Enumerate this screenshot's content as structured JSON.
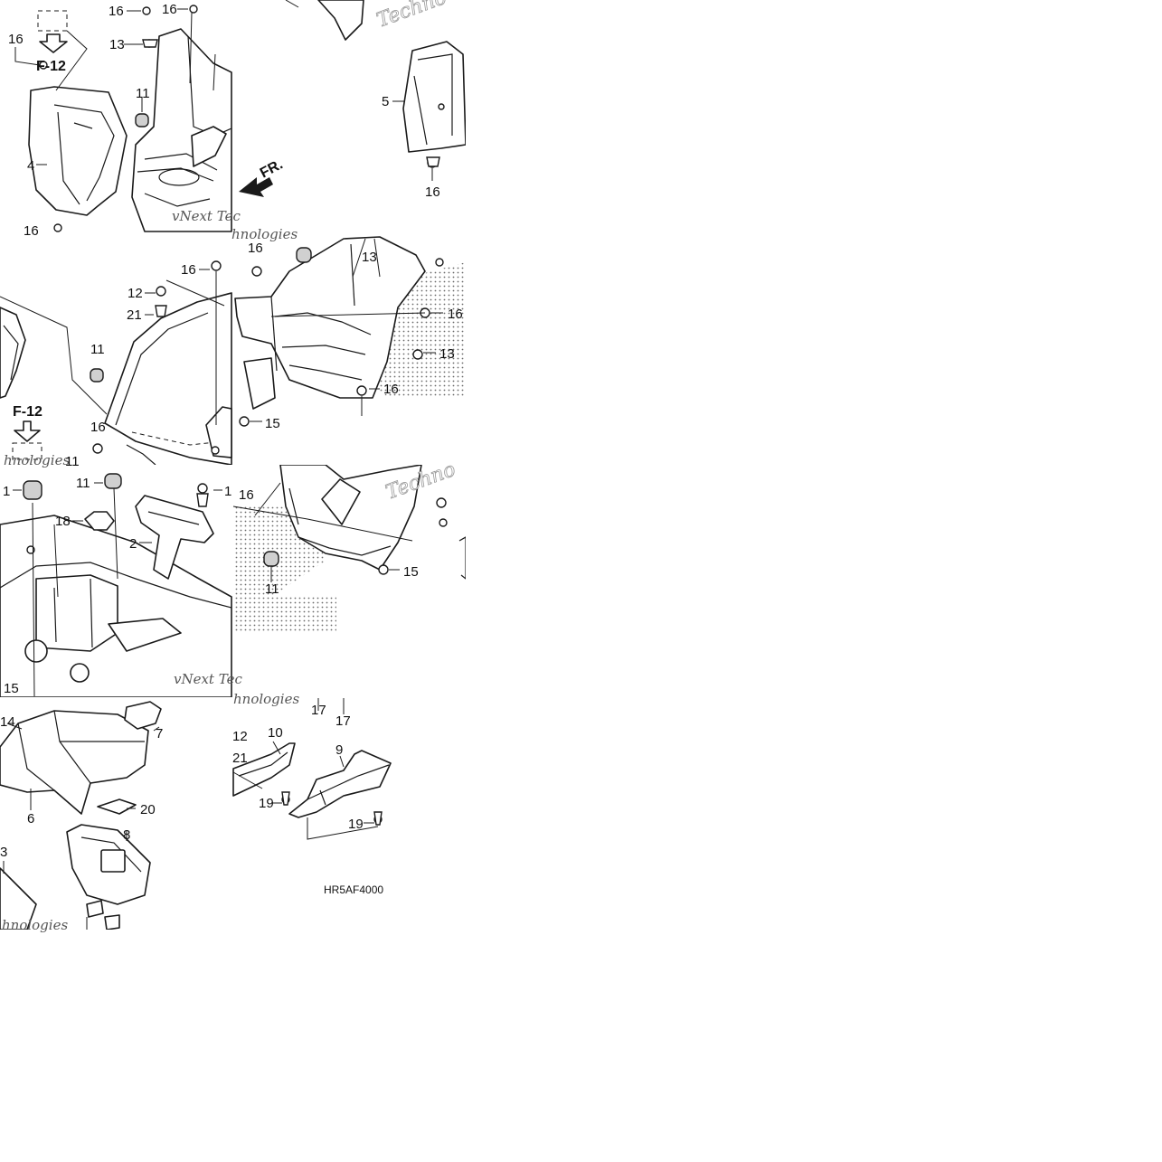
{
  "diagram": {
    "code": "HR5AF4000",
    "direction_label": "FR.",
    "reference_label": "F-12",
    "watermark_text": "Techno",
    "watermark_brand": "vNext Tec",
    "watermark_line2": "hnologies",
    "accent_color": "#1a1a1a",
    "background_color": "#ffffff",
    "tiles": [
      {
        "callouts": [
          {
            "text": "16"
          },
          {
            "text": "16"
          },
          {
            "text": "16"
          },
          {
            "text": "13"
          },
          {
            "text": "11"
          },
          {
            "text": "4"
          },
          {
            "text": "16"
          },
          {
            "text": "5"
          },
          {
            "text": "16"
          }
        ]
      },
      {
        "callouts": [
          {
            "text": "16"
          },
          {
            "text": "12"
          },
          {
            "text": "21"
          },
          {
            "text": "11"
          },
          {
            "text": "16"
          },
          {
            "text": "11"
          },
          {
            "text": "16"
          },
          {
            "text": "13"
          },
          {
            "text": "16"
          },
          {
            "text": "13"
          },
          {
            "text": "16"
          },
          {
            "text": "15"
          }
        ]
      },
      {
        "callouts": [
          {
            "text": "1"
          },
          {
            "text": "11"
          },
          {
            "text": "1"
          },
          {
            "text": "18"
          },
          {
            "text": "2"
          },
          {
            "text": "15"
          },
          {
            "text": "16"
          },
          {
            "text": "11"
          },
          {
            "text": "15"
          }
        ]
      },
      {
        "callouts": [
          {
            "text": "14"
          },
          {
            "text": "7"
          },
          {
            "text": "6"
          },
          {
            "text": "20"
          },
          {
            "text": "8"
          },
          {
            "text": "3"
          },
          {
            "text": "17"
          },
          {
            "text": "17"
          },
          {
            "text": "12"
          },
          {
            "text": "10"
          },
          {
            "text": "21"
          },
          {
            "text": "9"
          },
          {
            "text": "19"
          },
          {
            "text": "19"
          }
        ]
      }
    ]
  }
}
